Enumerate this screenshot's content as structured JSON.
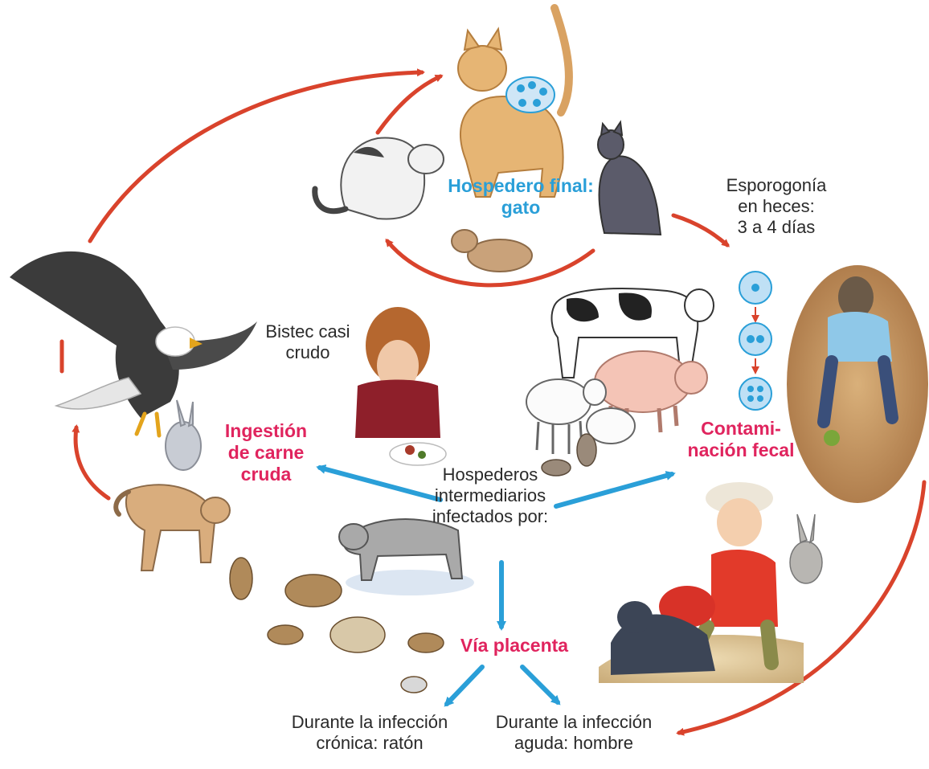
{
  "diagram": {
    "final_host_line1": "Hospedero final:",
    "final_host_line2": "gato",
    "sporogony_line1": "Esporogonía",
    "sporogony_line2": "en heces:",
    "sporogony_line3": "3 a 4 días",
    "steak_line1": "Bistec casi",
    "steak_line2": "crudo",
    "ingestion_line1": "Ingestión",
    "ingestion_line2": "de carne",
    "ingestion_line3": "cruda",
    "contamination_line1": "Contami-",
    "contamination_line2": "nación fecal",
    "intermediate_line1": "Hospederos",
    "intermediate_line2": "intermediarios",
    "intermediate_line3": "infectados por:",
    "placenta": "Vía placenta",
    "chronic_line1": "Durante la infección",
    "chronic_line2": "crónica: ratón",
    "acute_line1": "Durante la infección",
    "acute_line2": "aguda: hombre"
  },
  "colors": {
    "cycle_arrow": "#d9432c",
    "route_arrow": "#2a9fd8",
    "accent_red": "#e0245e",
    "accent_blue": "#2a9fd8"
  },
  "illustrations": [
    "cat-illustration",
    "eagle-illustration",
    "rabbit-illustration",
    "dog-illustration",
    "cow-illustration",
    "pig-illustration",
    "sheep-illustration",
    "wolf-illustration",
    "rodent-illustration",
    "woman-eating-photo",
    "gardening-person-photo",
    "child-with-cat-photo",
    "oocyst-icon"
  ]
}
